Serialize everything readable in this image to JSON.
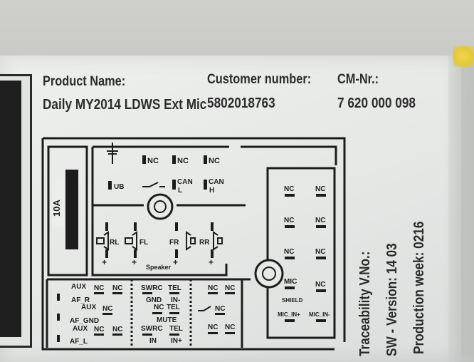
{
  "label": {
    "product_name_label": "Product Name:",
    "product_name_value": "Daily MY2014 LDWS Ext Mic",
    "customer_number_label": "Customer number:",
    "customer_number_value": "5802018763",
    "cm_nr_label": "CM-Nr.:",
    "cm_nr_value": "7 620 000 098"
  },
  "diagram": {
    "fuse": "10A",
    "speaker_label": "Speaker",
    "top_pins": {
      "nc1": "NC",
      "nc2": "NC",
      "nc3": "NC",
      "ub": "UB",
      "can_l_1": "CAN",
      "can_l_2": "L",
      "can_h_1": "CAN",
      "can_h_2": "H"
    },
    "speakers": {
      "rl": "RL",
      "fl": "FL",
      "fr": "FR",
      "rr": "RR",
      "plus": "+"
    },
    "right_block": {
      "nc": "NC",
      "mic": "MIC",
      "shield": "SHIELD",
      "mic_in_plus": "MIC_IN+",
      "mic_in_minus": "MIC_IN-"
    },
    "bottom_a": {
      "aux": "AUX",
      "nc": "NC",
      "af_r": "AF_R",
      "af_gnd": "AF_GND",
      "af_l": "AF_L"
    },
    "bottom_b": {
      "swrc": "SWRC",
      "tel": "TEL",
      "gnd": "GND",
      "in_minus": "IN-",
      "mute": "MUTE",
      "nc": "NC",
      "in": "IN",
      "in_plus": "IN+"
    },
    "bottom_c": {
      "nc": "NC"
    }
  },
  "side": {
    "traceability": "Traceability V.No.:",
    "sw_version": "SW - Version: 14 03",
    "production_week": "Production week: 0216"
  }
}
